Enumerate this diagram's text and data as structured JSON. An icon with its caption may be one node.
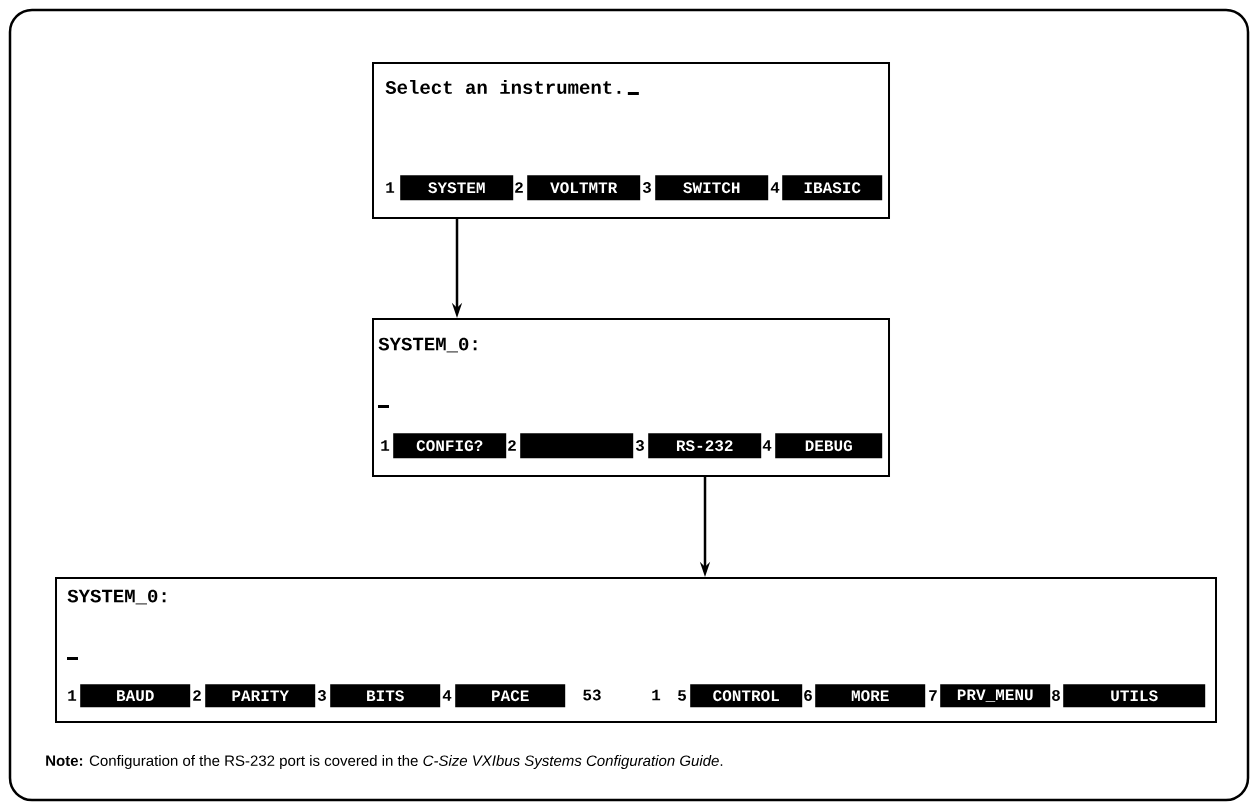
{
  "diagram": {
    "nodes": [
      {
        "text": [
          "Select an instrument."
        ]
      },
      {
        "text": [
          "SYSTEM"
        ],
        "in": 0,
        "beside": [
          "1"
        ]
      },
      {
        "text": [
          "VOLTMTR"
        ],
        "in": 0,
        "beside": [
          "2"
        ]
      },
      {
        "text": [
          "SWITCH"
        ],
        "in": 0,
        "beside": [
          "3"
        ]
      },
      {
        "text": [
          "IBASIC"
        ],
        "in": 0,
        "beside": [
          "4"
        ]
      },
      {
        "text": [
          "SYSTEM_0:"
        ]
      },
      {
        "text": [
          "CONFIG?"
        ],
        "in": 5,
        "beside": [
          "1"
        ]
      },
      {
        "text": [],
        "shape": "bar",
        "in": 5,
        "beside": [
          "2"
        ]
      },
      {
        "text": [
          "RS-232"
        ],
        "in": 5,
        "beside": [
          "3"
        ]
      },
      {
        "text": [
          "DEBUG"
        ],
        "in": 5,
        "beside": [
          "4"
        ]
      },
      {
        "text": [
          "SYSTEM_0:"
        ]
      },
      {
        "text": [
          "BAUD"
        ],
        "in": 10,
        "beside": [
          "1"
        ]
      },
      {
        "text": [
          "PARITY"
        ],
        "in": 10,
        "beside": [
          "2"
        ]
      },
      {
        "text": [
          "BITS"
        ],
        "in": 10,
        "beside": [
          "3"
        ]
      },
      {
        "text": [
          "PACE"
        ],
        "in": 10,
        "beside": [
          "4"
        ]
      },
      {
        "text": [
          "CONTROL"
        ],
        "in": 10,
        "beside": [
          "5"
        ]
      },
      {
        "text": [
          "MORE"
        ],
        "in": 10,
        "beside": [
          "6"
        ]
      },
      {
        "text": [
          "PRV_MENU"
        ],
        "in": 10,
        "beside": [
          "7"
        ]
      },
      {
        "text": [
          "UTILS"
        ],
        "in": 10,
        "beside": [
          "8"
        ]
      }
    ],
    "edges": [
      {
        "from": 0,
        "to": 5,
        "arrow": "to"
      },
      {
        "from": 5,
        "to": 10,
        "arrow": "to"
      }
    ],
    "labels": [
      "53",
      "1",
      "**Note:** Configuration of the RS-232 port is covered in the *C-Size VXIbus Systems Configuration Guide*."
    ]
  }
}
